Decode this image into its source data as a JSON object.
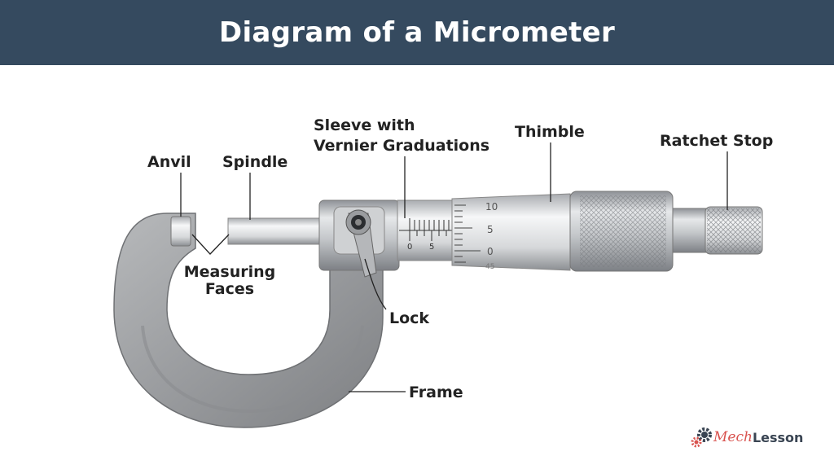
{
  "header": {
    "title": "Diagram of a Micrometer"
  },
  "labels": {
    "anvil": "Anvil",
    "spindle": "Spindle",
    "sleeve_line1": "Sleeve with",
    "sleeve_line2": "Vernier Graduations",
    "thimble": "Thimble",
    "ratchet": "Ratchet Stop",
    "measuring_line1": "Measuring",
    "measuring_line2": "Faces",
    "lock": "Lock",
    "frame": "Frame"
  },
  "scale": {
    "sleeve_numbers": [
      "0",
      "5"
    ],
    "thimble_numbers": [
      "10",
      "5",
      "0",
      "45"
    ]
  },
  "logo": {
    "part1": "Mech",
    "part2": "Lesson"
  },
  "colors": {
    "header": "#354a5f",
    "logo_red": "#d9534f",
    "logo_dark": "#3a4553"
  }
}
